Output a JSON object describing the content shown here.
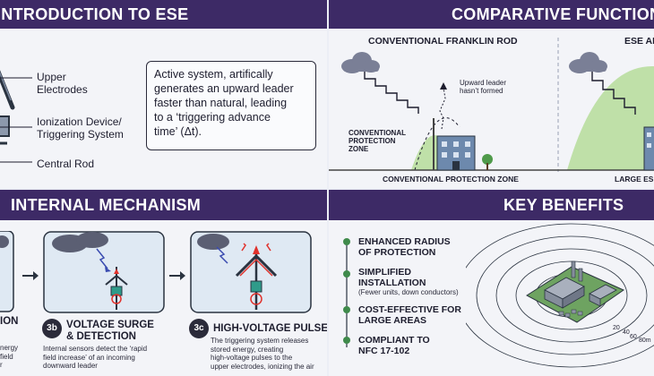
{
  "intro": {
    "title": "INTRODUCTION TO ESE",
    "labels": {
      "upper": [
        "Upper",
        "Electrodes"
      ],
      "ionization": [
        "Ionization Device/",
        "Triggering System"
      ],
      "rod": "Central Rod"
    },
    "description": [
      "Active system, artifically",
      "generates an upward leader",
      "faster than natural, leading",
      "to a ‘triggering advance",
      "time’ (Δt)."
    ]
  },
  "comparative": {
    "title": "COMPARATIVE FUNCTION",
    "left_heading": "CONVENTIONAL FRANKLIN ROD",
    "right_heading": "ESE AI",
    "annotation": [
      "Upward leader",
      "hasn’t formed"
    ],
    "zone_label": [
      "CONVENTIONAL",
      "PROTECTION",
      "ZONE"
    ],
    "bottom_left": "CONVENTIONAL PROTECTION ZONE",
    "bottom_right": "LARGE ESE"
  },
  "mechanism": {
    "title": "INTERNAL MECHANISM",
    "partial_label": "ION",
    "partial_desc": [
      "nergy",
      "field",
      "r"
    ],
    "steps": [
      {
        "badge": "3b",
        "title": [
          "VOLTAGE SURGE",
          "& DETECTION"
        ],
        "desc": [
          "Internal sensors detect the ‘rapid",
          "field increase’ of an incoming",
          "downward leader"
        ]
      },
      {
        "badge": "3c",
        "title": [
          "HIGH-VOLTAGE PULSE"
        ],
        "desc": [
          "The triggering system releases",
          "stored energy, creating",
          "high-voltage pulses to the",
          "upper electrodes, ionizing the air"
        ]
      }
    ]
  },
  "benefits": {
    "title": "KEY BENEFITS",
    "items": [
      {
        "title": [
          "ENHANCED RADIUS",
          "OF PROTECTION"
        ],
        "sub": ""
      },
      {
        "title": [
          "SIMPLIFIED",
          "INSTALLATION"
        ],
        "sub": "(Fewer units, down conductors)"
      },
      {
        "title": [
          "COST-EFFECTIVE FOR",
          "LARGE AREAS"
        ],
        "sub": ""
      },
      {
        "title": [
          "COMPLIANT TO",
          "NFC 17-102"
        ],
        "sub": ""
      }
    ],
    "rings": [
      "20",
      "40",
      "60",
      "80m"
    ]
  },
  "colors": {
    "header": "#3d2a66",
    "zone_green": "#bfe0a8",
    "building": "#6d89ad",
    "cloud": "#7a7f96",
    "spark": "#e0322c",
    "ground": "#444444"
  }
}
